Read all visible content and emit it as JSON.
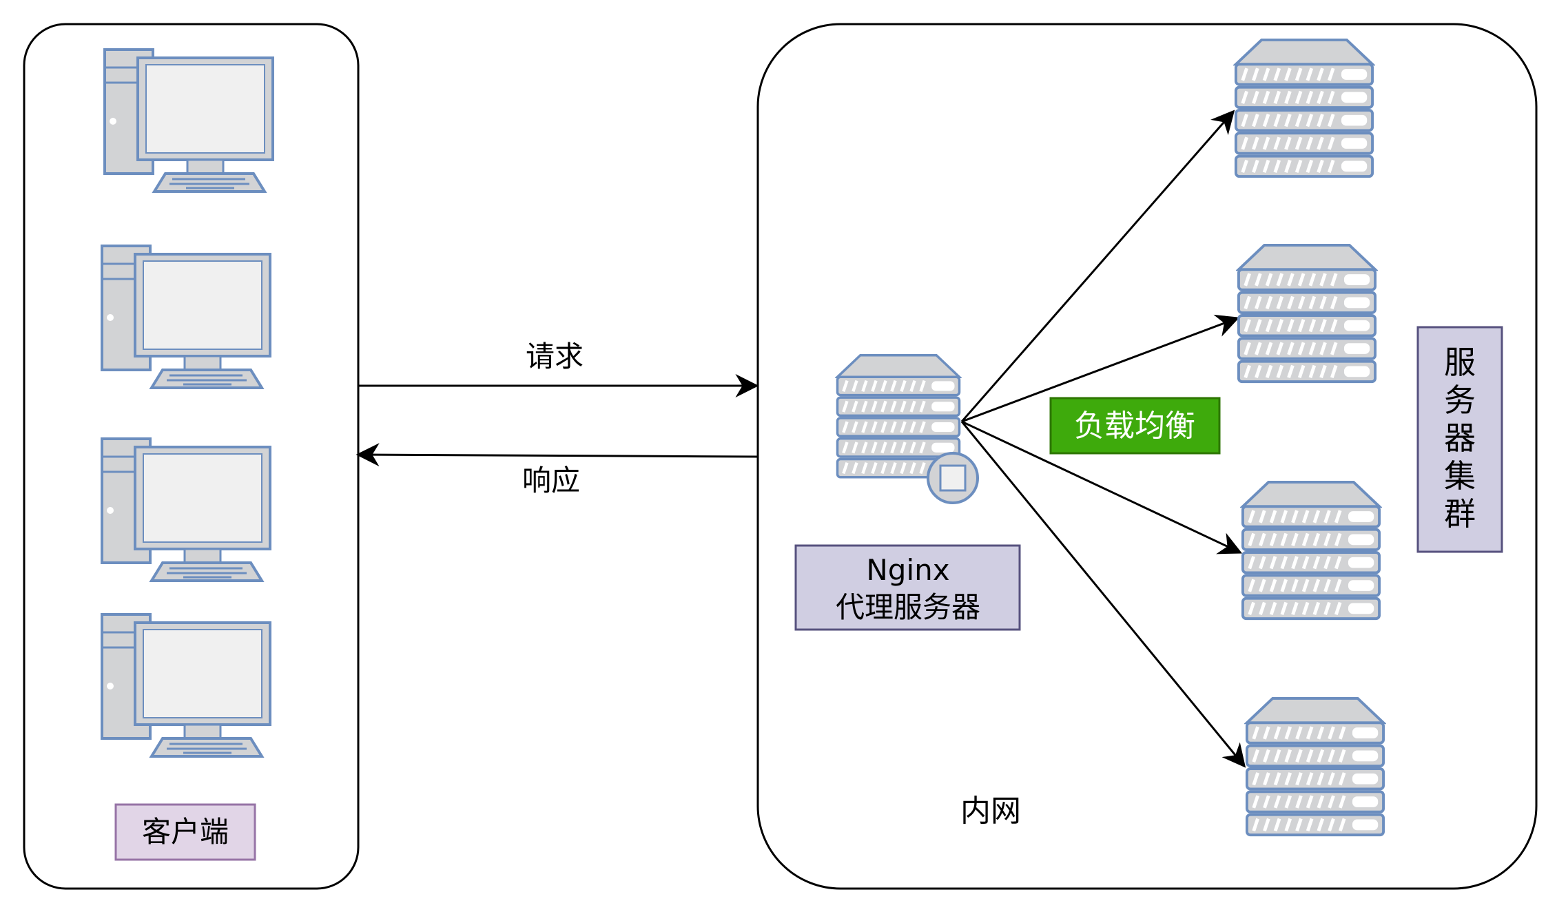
{
  "labels": {
    "client": "客户端",
    "request": "请求",
    "response": "响应",
    "nginx_line1": "Nginx",
    "nginx_line2": "代理服务器",
    "load_balance": "负载均衡",
    "cluster_chars": [
      "服",
      "务",
      "器",
      "集",
      "群"
    ],
    "intranet": "内网"
  },
  "colors": {
    "client_box_fill": "#e1d5e7",
    "client_box_stroke": "#9673a6",
    "nginx_box_fill": "#d0cee2",
    "nginx_box_stroke": "#56517e",
    "cluster_box_fill": "#d0cee2",
    "cluster_box_stroke": "#56517e",
    "load_balance_fill": "#3eaa0c",
    "load_balance_stroke": "#2d7600",
    "load_balance_text": "#ffffff",
    "device_fill": "#d2d3d5",
    "device_stroke": "#6c8ebf",
    "screen_fill": "#f0f0f0"
  },
  "icons": {
    "client_computer": "desktop-computer-icon",
    "proxy_server": "proxy-server-icon",
    "backend_server": "rack-server-icon"
  }
}
